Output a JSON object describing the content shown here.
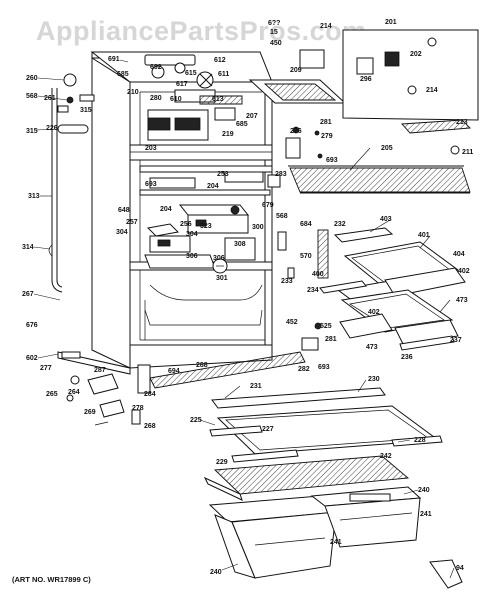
{
  "watermark": "AppliancePartsPros.com",
  "art_number": "(ART NO. WR17899 C)",
  "part_labels": [
    {
      "id": "p691",
      "text": "691"
    },
    {
      "id": "p6xx",
      "text": "6??"
    },
    {
      "id": "p15",
      "text": "15"
    },
    {
      "id": "p450",
      "text": "450"
    },
    {
      "id": "p214a",
      "text": "214"
    },
    {
      "id": "p201",
      "text": "201"
    },
    {
      "id": "p202",
      "text": "202"
    },
    {
      "id": "p260",
      "text": "260"
    },
    {
      "id": "p209",
      "text": "209"
    },
    {
      "id": "p296",
      "text": "296"
    },
    {
      "id": "p568a",
      "text": "568"
    },
    {
      "id": "p261",
      "text": "261"
    },
    {
      "id": "p685a",
      "text": "685"
    },
    {
      "id": "p210",
      "text": "210"
    },
    {
      "id": "p280",
      "text": "280"
    },
    {
      "id": "p610",
      "text": "610"
    },
    {
      "id": "p613",
      "text": "613"
    },
    {
      "id": "p611",
      "text": "611"
    },
    {
      "id": "p615",
      "text": "615"
    },
    {
      "id": "p612",
      "text": "612"
    },
    {
      "id": "p617",
      "text": "617"
    },
    {
      "id": "p692",
      "text": "692"
    },
    {
      "id": "p315a",
      "text": "315"
    },
    {
      "id": "p315b",
      "text": "315"
    },
    {
      "id": "p226",
      "text": "226"
    },
    {
      "id": "p685b",
      "text": "685"
    },
    {
      "id": "p207",
      "text": "207"
    },
    {
      "id": "p219",
      "text": "219"
    },
    {
      "id": "p214b",
      "text": "214"
    },
    {
      "id": "p213",
      "text": "213"
    },
    {
      "id": "p281",
      "text": "281"
    },
    {
      "id": "p276",
      "text": "276"
    },
    {
      "id": "p279",
      "text": "279"
    },
    {
      "id": "p211",
      "text": "211"
    },
    {
      "id": "p203",
      "text": "203"
    },
    {
      "id": "p205",
      "text": "205"
    },
    {
      "id": "p693a",
      "text": "693"
    },
    {
      "id": "p283",
      "text": "283"
    },
    {
      "id": "p313",
      "text": "313"
    },
    {
      "id": "p693b",
      "text": "693"
    },
    {
      "id": "p253",
      "text": "253"
    },
    {
      "id": "p204a",
      "text": "204"
    },
    {
      "id": "p679",
      "text": "679"
    },
    {
      "id": "p568b",
      "text": "568"
    },
    {
      "id": "p648",
      "text": "648"
    },
    {
      "id": "p204b",
      "text": "204"
    },
    {
      "id": "p256",
      "text": "256"
    },
    {
      "id": "p323",
      "text": "323"
    },
    {
      "id": "p300",
      "text": "300"
    },
    {
      "id": "p684",
      "text": "684"
    },
    {
      "id": "p232",
      "text": "232"
    },
    {
      "id": "p403",
      "text": "403"
    },
    {
      "id": "p257",
      "text": "257"
    },
    {
      "id": "p304a",
      "text": "304"
    },
    {
      "id": "p304b",
      "text": "304"
    },
    {
      "id": "p308",
      "text": "308"
    },
    {
      "id": "p401",
      "text": "401"
    },
    {
      "id": "p314",
      "text": "314"
    },
    {
      "id": "p306a",
      "text": "306"
    },
    {
      "id": "p306b",
      "text": "306"
    },
    {
      "id": "p570",
      "text": "570"
    },
    {
      "id": "p233",
      "text": "233"
    },
    {
      "id": "p400",
      "text": "400"
    },
    {
      "id": "p404",
      "text": "404"
    },
    {
      "id": "p301",
      "text": "301"
    },
    {
      "id": "p402a",
      "text": "402"
    },
    {
      "id": "p234",
      "text": "234"
    },
    {
      "id": "p267",
      "text": "267"
    },
    {
      "id": "p473a",
      "text": "473"
    },
    {
      "id": "p402b",
      "text": "402"
    },
    {
      "id": "p676",
      "text": "676"
    },
    {
      "id": "p452",
      "text": "452"
    },
    {
      "id": "p525",
      "text": "525"
    },
    {
      "id": "p281b",
      "text": "281"
    },
    {
      "id": "p237",
      "text": "237"
    },
    {
      "id": "p473b",
      "text": "473"
    },
    {
      "id": "p602",
      "text": "602"
    },
    {
      "id": "p277",
      "text": "277"
    },
    {
      "id": "p236",
      "text": "236"
    },
    {
      "id": "p694",
      "text": "694"
    },
    {
      "id": "p288",
      "text": "288"
    },
    {
      "id": "p282",
      "text": "282"
    },
    {
      "id": "p693c",
      "text": "693"
    },
    {
      "id": "p287",
      "text": "287"
    },
    {
      "id": "p265",
      "text": "265"
    },
    {
      "id": "p264",
      "text": "264"
    },
    {
      "id": "p284",
      "text": "284"
    },
    {
      "id": "p231",
      "text": "231"
    },
    {
      "id": "p230",
      "text": "230"
    },
    {
      "id": "p269",
      "text": "269"
    },
    {
      "id": "p278",
      "text": "278"
    },
    {
      "id": "p268",
      "text": "268"
    },
    {
      "id": "p225",
      "text": "225"
    },
    {
      "id": "p227",
      "text": "227"
    },
    {
      "id": "p228",
      "text": "228"
    },
    {
      "id": "p229",
      "text": "229"
    },
    {
      "id": "p242",
      "text": "242"
    },
    {
      "id": "p240a",
      "text": "240"
    },
    {
      "id": "p241a",
      "text": "241"
    },
    {
      "id": "p241b",
      "text": "241"
    },
    {
      "id": "p240b",
      "text": "240"
    },
    {
      "id": "p94",
      "text": "94"
    }
  ]
}
